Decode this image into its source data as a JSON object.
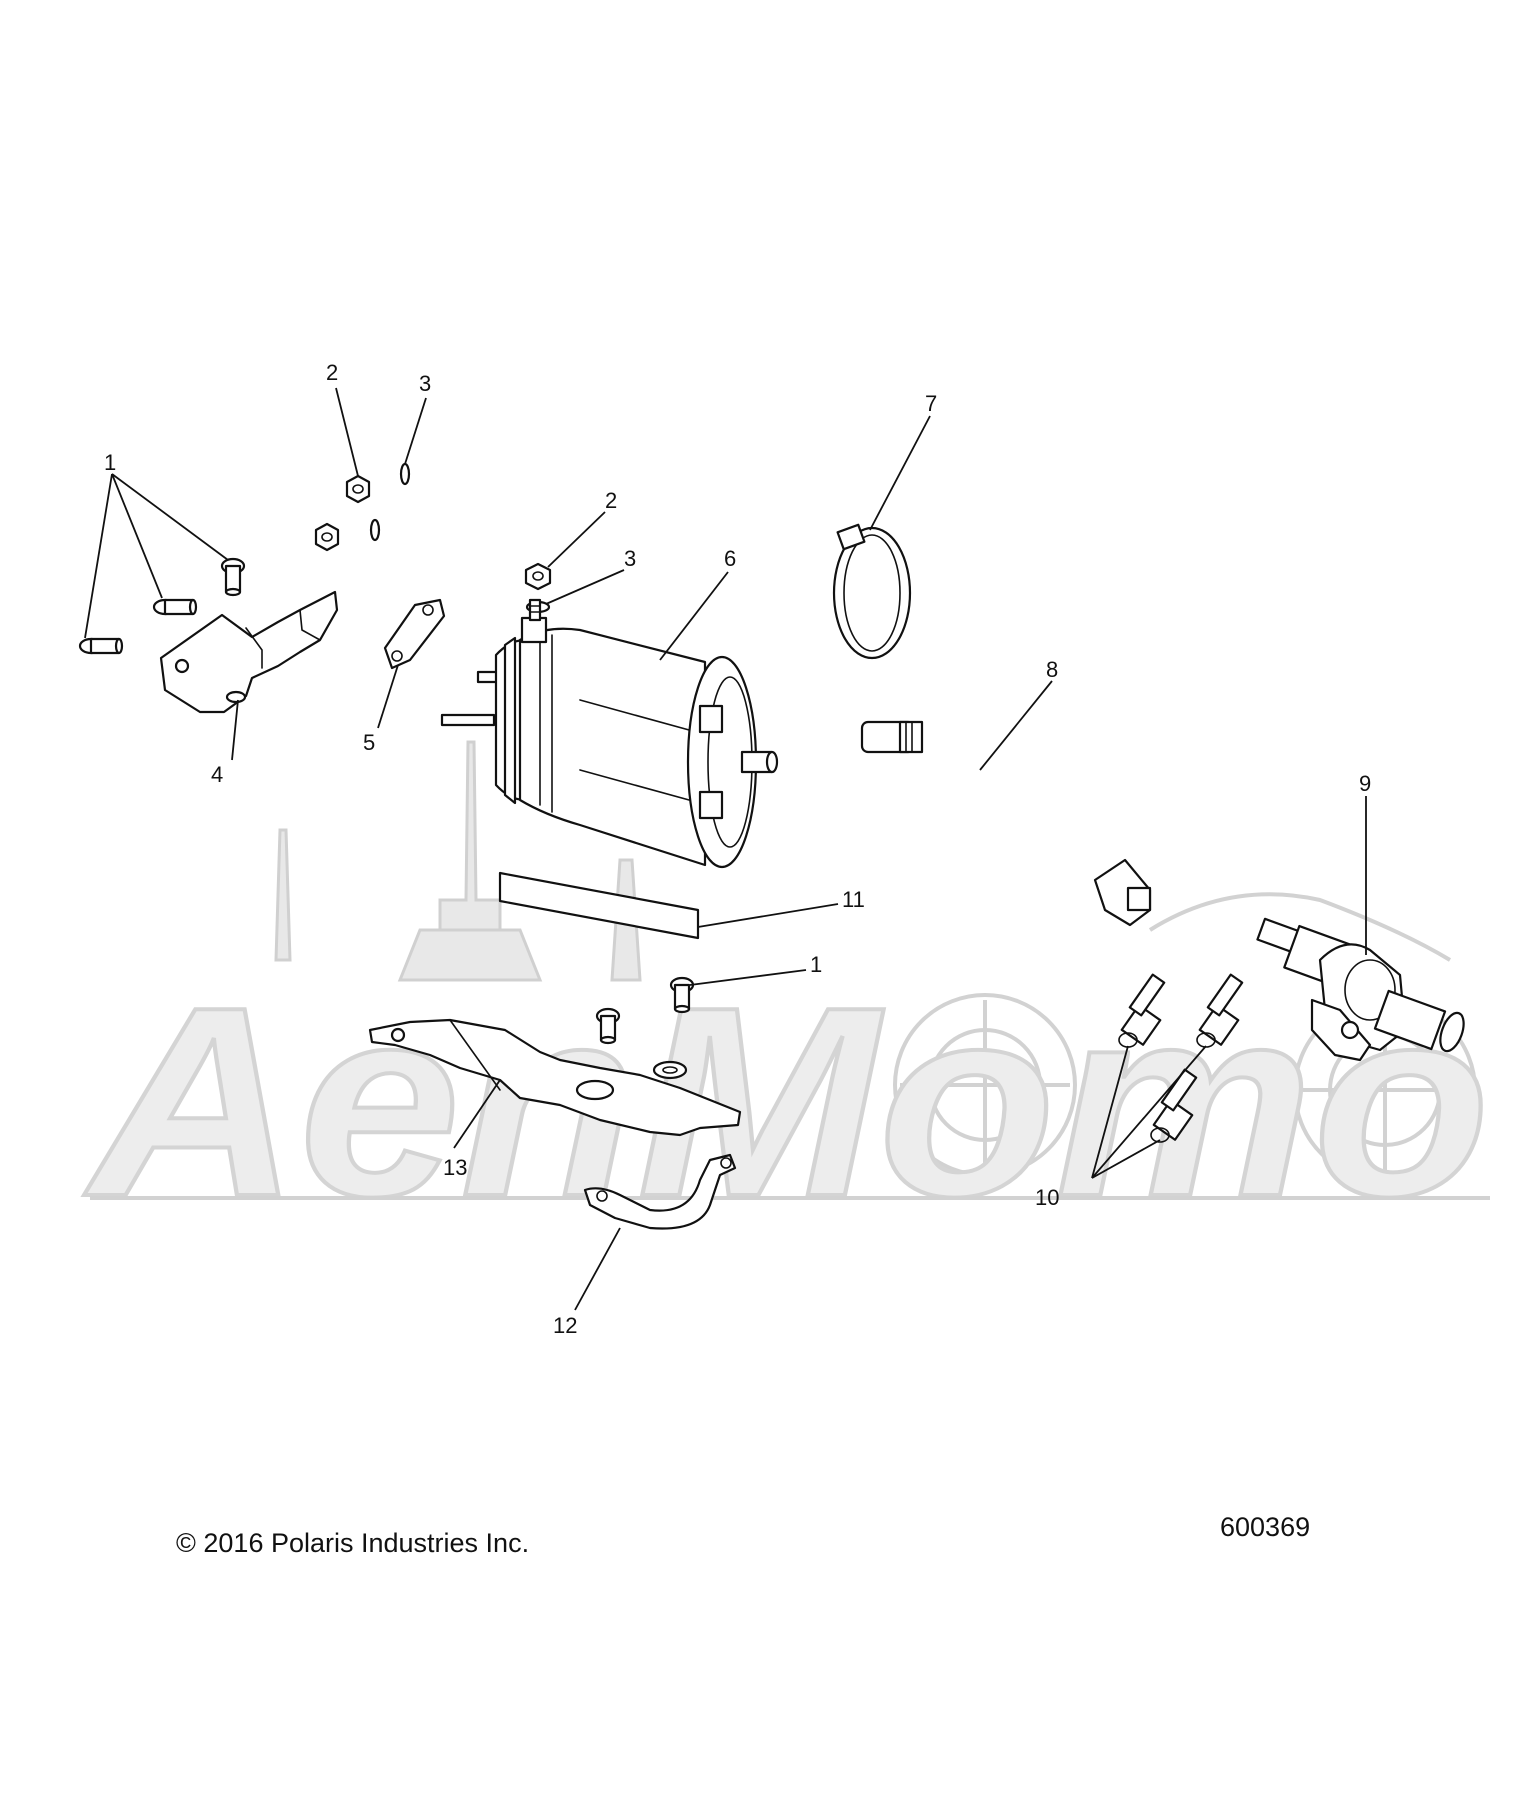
{
  "callouts": {
    "c1a": "1",
    "c2a": "2",
    "c3a": "3",
    "c2b": "2",
    "c3b": "3",
    "c4": "4",
    "c5": "5",
    "c6": "6",
    "c7": "7",
    "c8": "8",
    "c9": "9",
    "c10": "10",
    "c11": "11",
    "c1b": "1",
    "c12": "12",
    "c13": "13"
  },
  "footer": {
    "copyright": "© 2016 Polaris Industries Inc.",
    "figure_number": "600369"
  },
  "watermark": {
    "text": "AenMomo"
  }
}
